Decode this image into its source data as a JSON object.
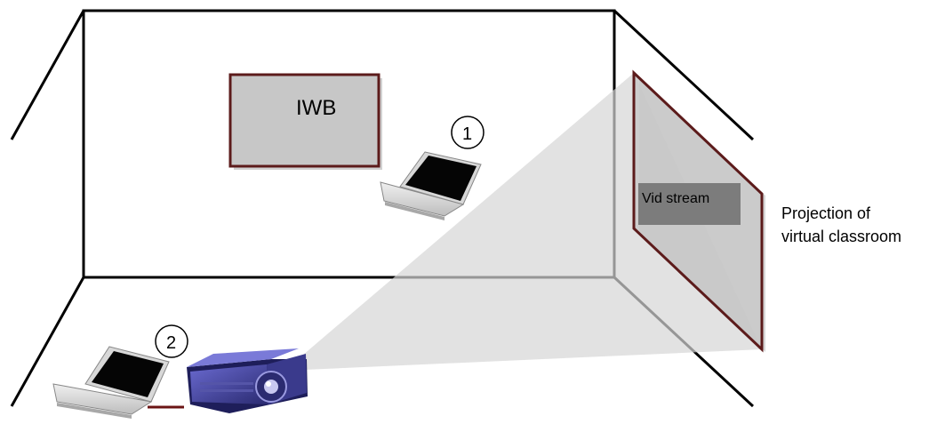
{
  "labels": {
    "iwb": "IWB",
    "vid_stream": "Vid stream",
    "projection_line1": "Projection of",
    "projection_line2": "virtual classroom",
    "marker_1": "1",
    "marker_2": "2"
  },
  "colors": {
    "frame": "#5c1b1b",
    "iwb_fill": "#c7c7c7",
    "screen_fill": "#c9c9c9",
    "vid_box": "#7c7c7c",
    "beam": "#d5d5d5",
    "projector_body": "#4a4aa0",
    "cable": "#6b1414"
  }
}
